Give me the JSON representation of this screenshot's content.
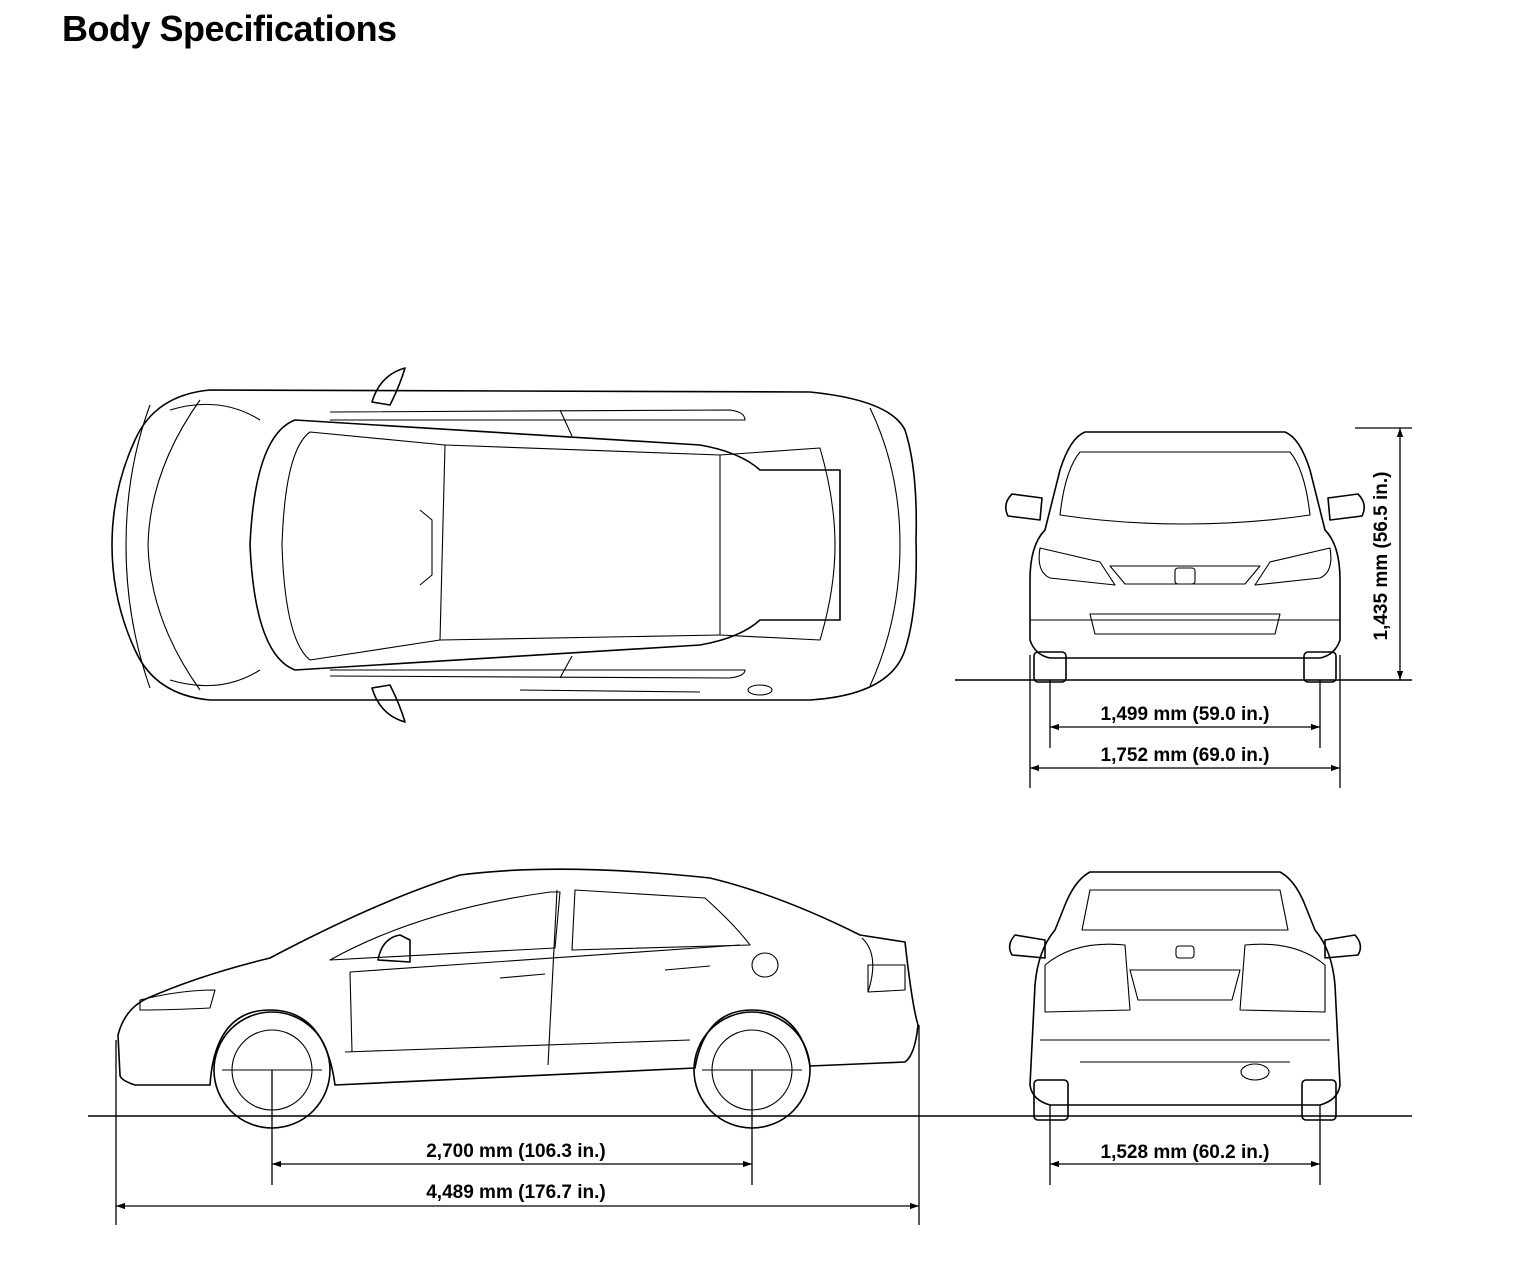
{
  "page": {
    "title": "Body Specifications"
  },
  "dimensions": {
    "front_track": "1,499 mm (59.0 in.)",
    "overall_width": "1,752 mm (69.0 in.)",
    "overall_height": "1,435 mm (56.5 in.)",
    "wheelbase": "2,700 mm (106.3 in.)",
    "overall_length": "4,489 mm (176.7 in.)",
    "rear_track": "1,528 mm (60.2 in.)"
  },
  "colors": {
    "ink": "#000000",
    "paper": "#ffffff"
  }
}
